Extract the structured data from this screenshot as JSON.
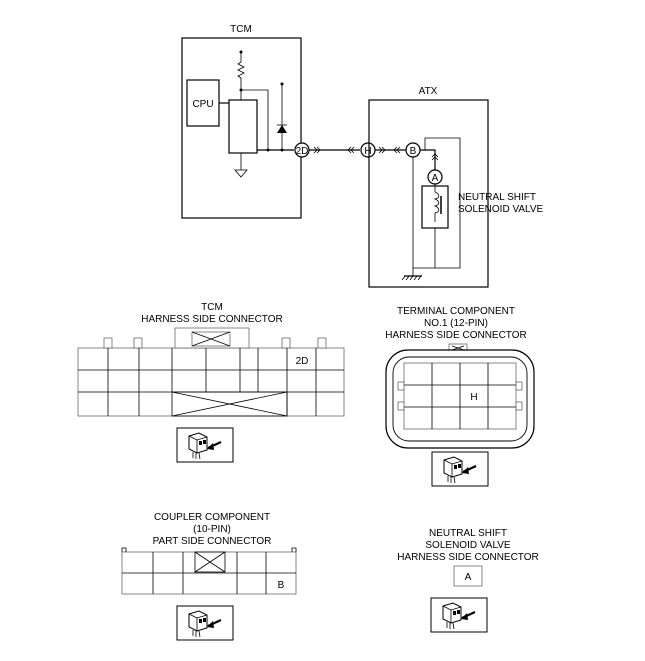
{
  "schematic": {
    "tcm_label": "TCM",
    "cpu_label": "CPU",
    "atx_label": "ATX",
    "terminal_2d": "2D",
    "terminal_h": "H",
    "terminal_b": "B",
    "terminal_a": "A",
    "valve_label_line1": "NEUTRAL SHIFT",
    "valve_label_line2": "SOLENOID VALVE"
  },
  "tcm_connector": {
    "title_line1": "TCM",
    "title_line2": "HARNESS SIDE CONNECTOR",
    "pin_label": "2D"
  },
  "terminal_connector": {
    "title_line1": "TERMINAL COMPONENT",
    "title_line2": "NO.1 (12-PIN)",
    "title_line3": "HARNESS SIDE CONNECTOR",
    "pin_label": "H"
  },
  "coupler_connector": {
    "title_line1": "COUPLER COMPONENT",
    "title_line2": "(10-PIN)",
    "title_line3": "PART SIDE CONNECTOR",
    "pin_label": "B"
  },
  "valve_connector": {
    "title_line1": "NEUTRAL SHIFT",
    "title_line2": "SOLENOID VALVE",
    "title_line3": "HARNESS SIDE CONNECTOR",
    "pin_label": "A"
  }
}
